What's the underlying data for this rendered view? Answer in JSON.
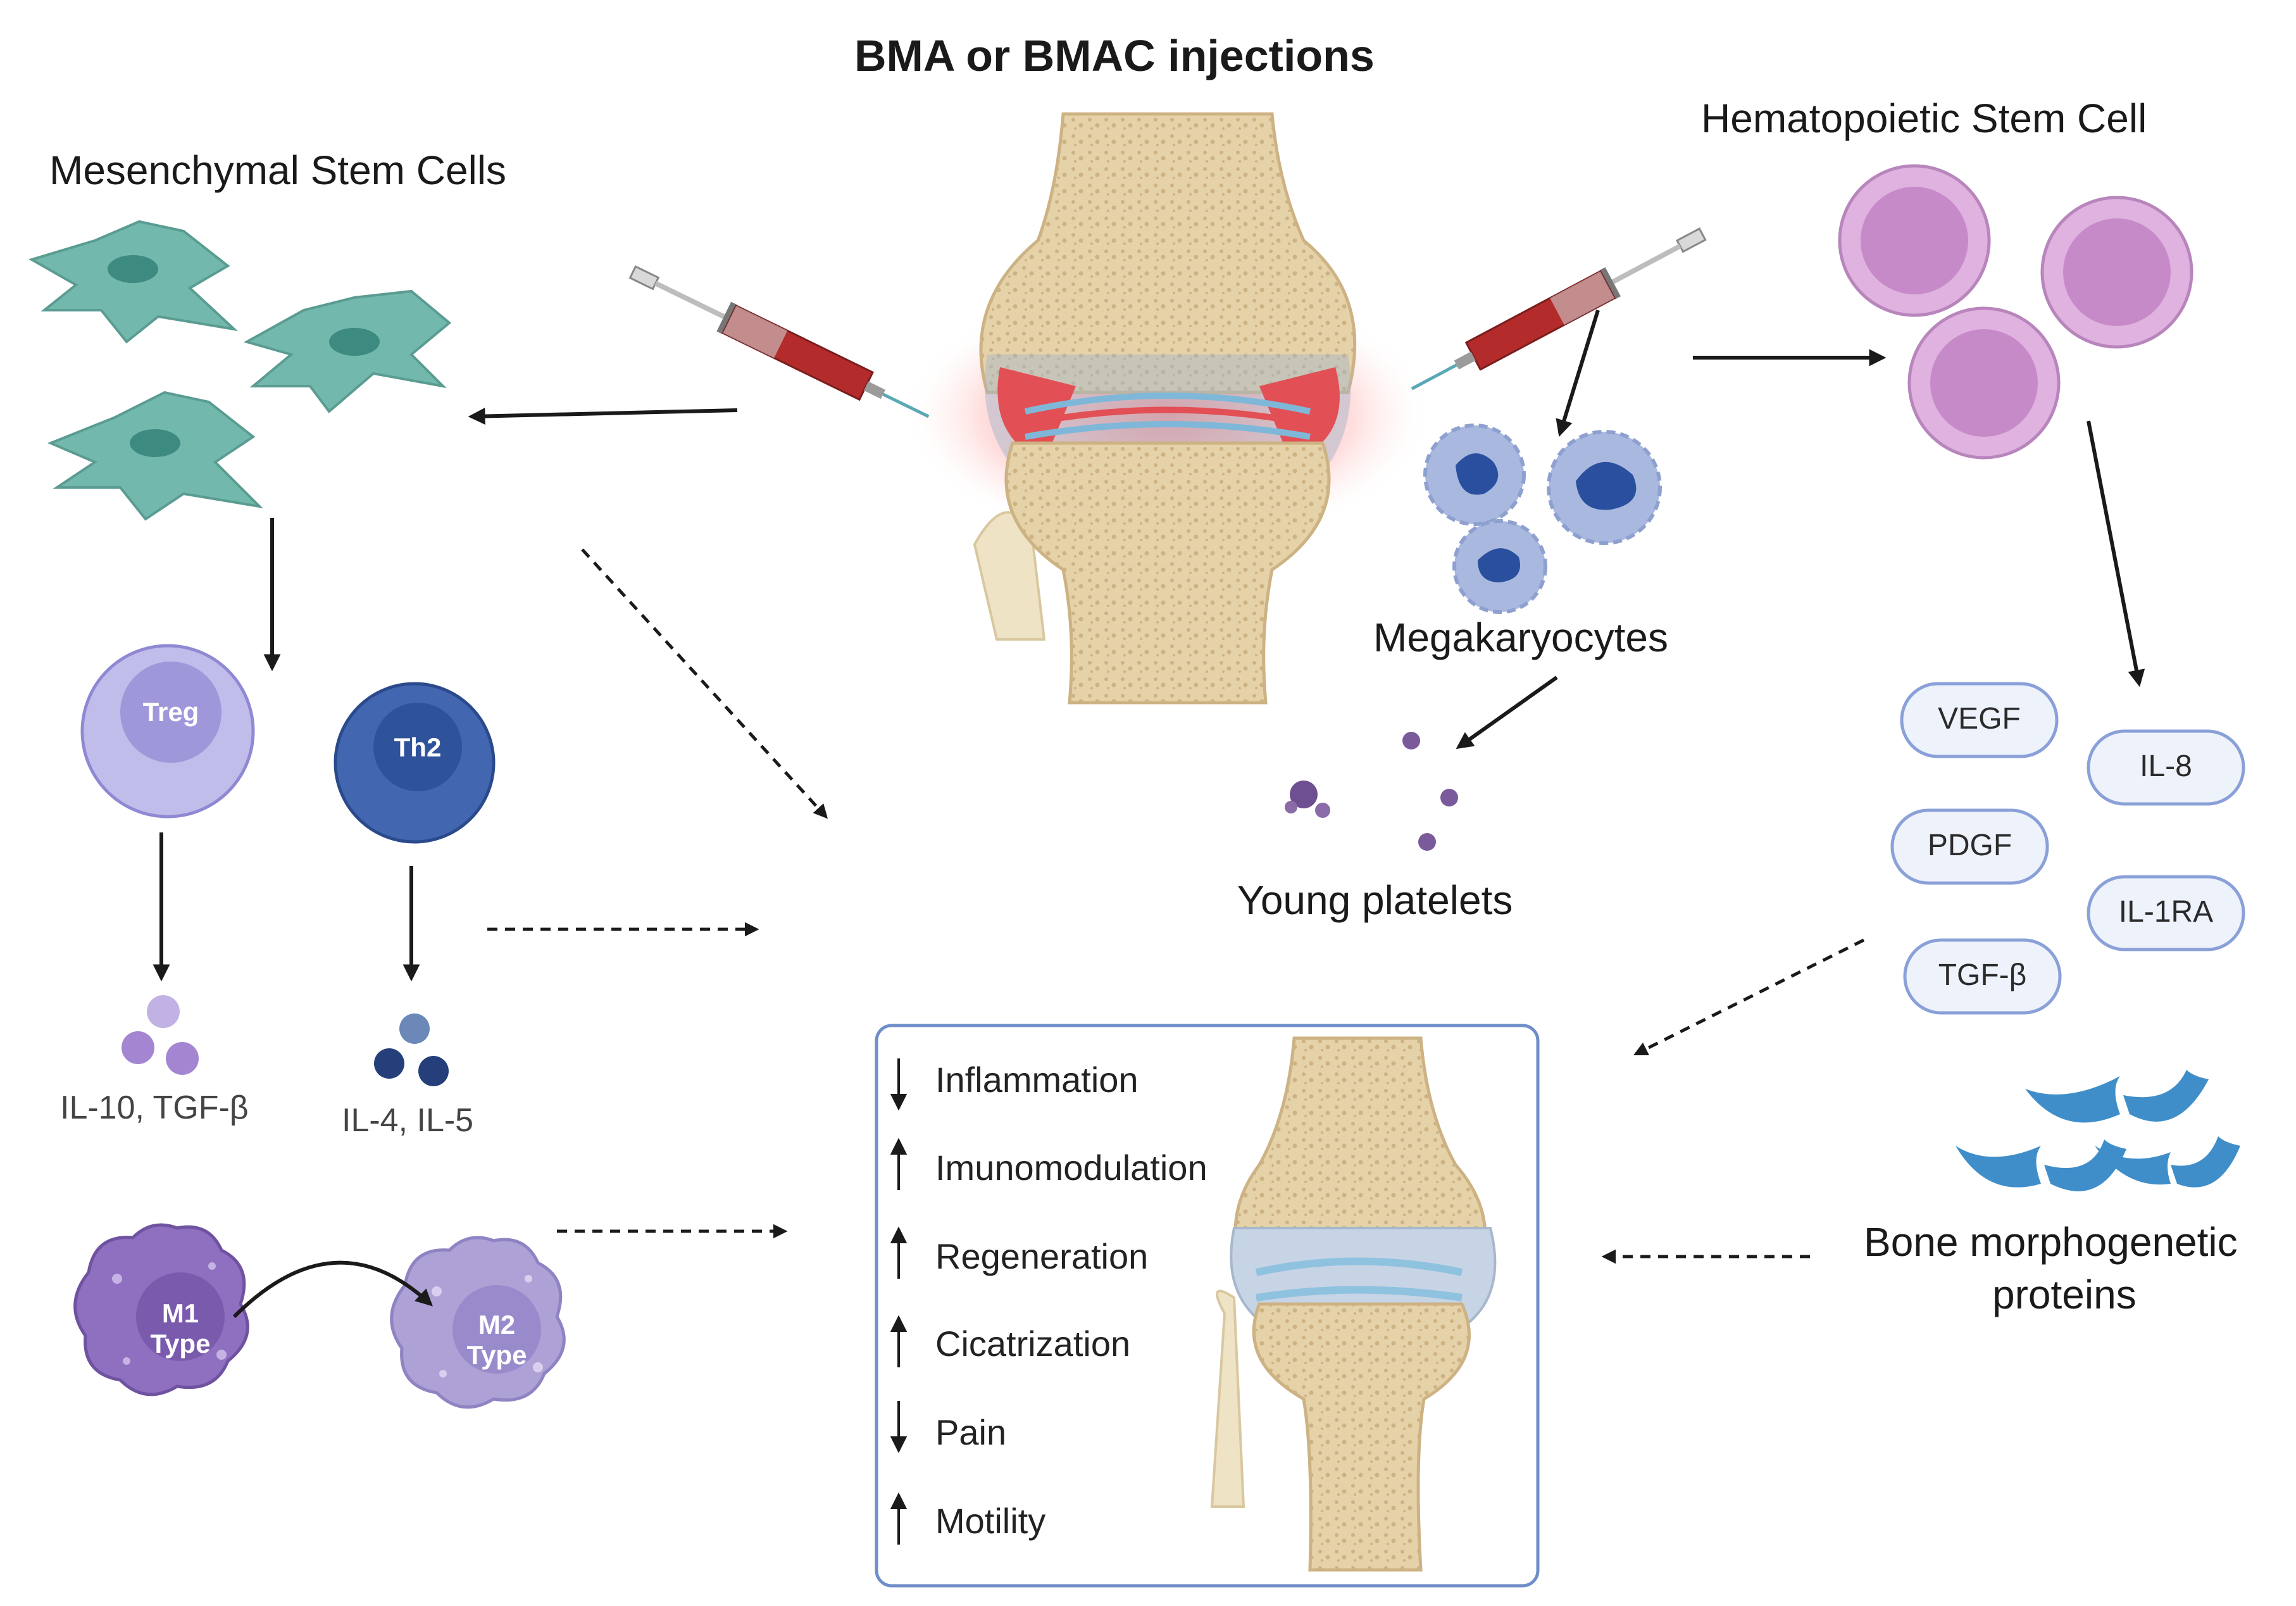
{
  "title": "BMA or BMAC injections",
  "labels": {
    "msc": "Mesenchymal Stem Cells",
    "hsc": "Hematopoietic Stem Cell",
    "megakaryocytes": "Megakaryocytes",
    "young_platelets": "Young platelets",
    "bmp_line1": "Bone morphogenetic",
    "bmp_line2": "proteins"
  },
  "cells": {
    "treg": "Treg",
    "th2": "Th2",
    "m1_line1": "M1",
    "m1_line2": "Type",
    "m2_line1": "M2",
    "m2_line2": "Type"
  },
  "cytokines": {
    "treg": "IL-10, TGF-β",
    "th2": "IL-4, IL-5"
  },
  "factors": [
    "VEGF",
    "IL-8",
    "PDGF",
    "IL-1RA",
    "TGF-β"
  ],
  "effects": [
    {
      "text": "Inflammation",
      "direction": "down"
    },
    {
      "text": "Imunomodulation",
      "direction": "up"
    },
    {
      "text": "Regeneration",
      "direction": "up"
    },
    {
      "text": "Cicatrization",
      "direction": "up"
    },
    {
      "text": "Pain",
      "direction": "down"
    },
    {
      "text": "Motility",
      "direction": "up"
    }
  ],
  "colors": {
    "msc": "#6fb5ab",
    "hsc": "#c98ec9",
    "treg": "#a8a2e0",
    "th2": "#3d5fa8",
    "macrophage_m1": "#8a6bbd",
    "macrophage_m2": "#a79ad0",
    "pill_border": "#8aa0d8",
    "bone": "#e4cfa5",
    "inflamed": "#e45a5f",
    "cartilage": "#a9cce3",
    "bmp": "#3f8ec9",
    "arrow": "#1a1a1a"
  }
}
